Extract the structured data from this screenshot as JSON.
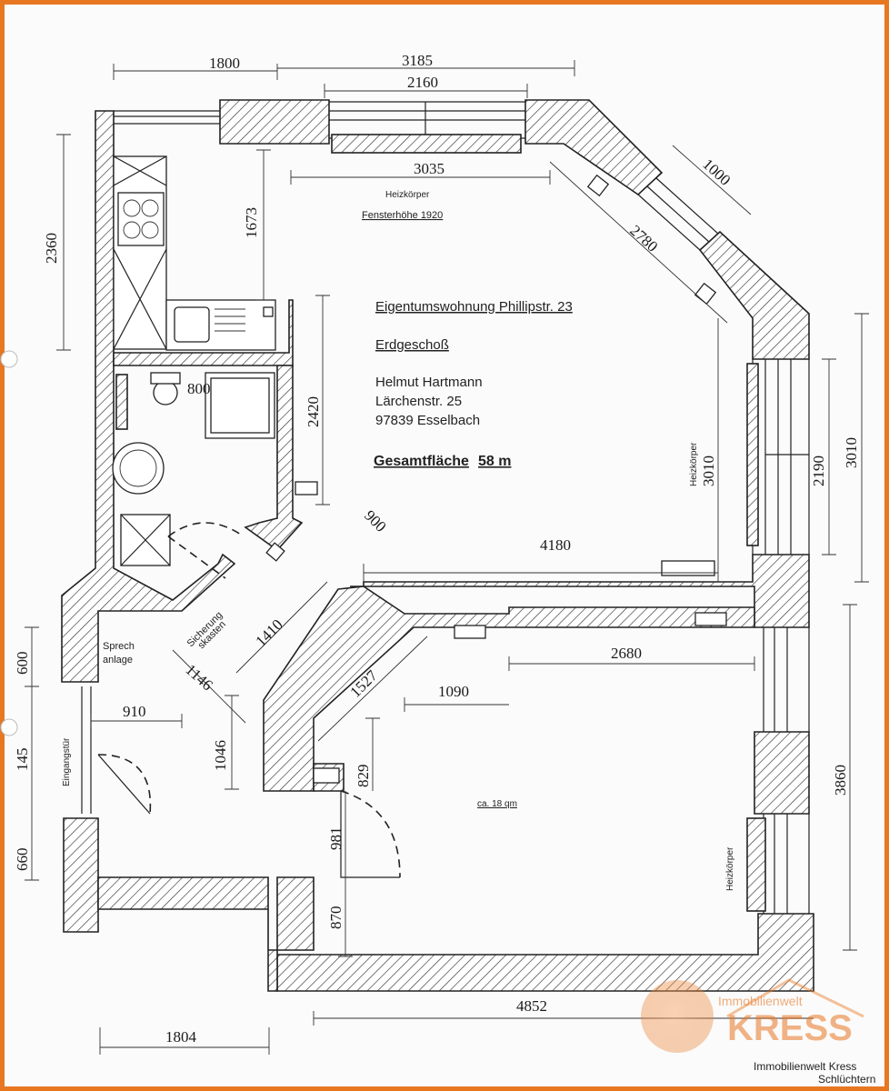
{
  "info": {
    "title": "Eigentumswohnung Phillipstr. 23",
    "floor": "Erdgeschoß",
    "owner_name": "Helmut Hartmann",
    "owner_street": "Lärchenstr. 25",
    "owner_city": "97839 Esselbach",
    "total_area_label": "Gesamtfläche",
    "total_area_value": "58 m"
  },
  "labels": {
    "heizkoerper": "Heizkörper",
    "fensterhoehe": "Fensterhöhe 1920",
    "sicherungskasten_1": "Sicherung",
    "sicherungskasten_2": "skasten",
    "sprechanlage_1": "Sprech",
    "sprechanlage_2": "anlage",
    "eingangstuer": "Eingangstür",
    "room_area": "ca. 18 qm"
  },
  "dimensions": {
    "d1800": "1800",
    "d3185": "3185",
    "d2160": "2160",
    "d3035": "3035",
    "d1000": "1000",
    "d2780": "2780",
    "d2360": "2360",
    "d1673": "1673",
    "d800": "800",
    "d2420": "2420",
    "d3010_inner": "3010",
    "d2190": "2190",
    "d3010_outer": "3010",
    "d900": "900",
    "d4180": "4180",
    "d1410": "1410",
    "d1146": "1146",
    "d1527": "1527",
    "d1090": "1090",
    "d2680": "2680",
    "d600": "600",
    "d910": "910",
    "d1046": "1046",
    "d145": "145",
    "d829": "829",
    "d3860": "3860",
    "d981": "981",
    "d660": "660",
    "d870": "870",
    "d4852": "4852",
    "d1804": "1804"
  },
  "watermark": {
    "brand_small": "Immobilienwelt",
    "brand_big": "KRESS",
    "caption_1": "Immobilienwelt Kress",
    "caption_2": "Schlüchtern"
  },
  "colors": {
    "frame": "#e87722",
    "watermark": "#e87722"
  }
}
